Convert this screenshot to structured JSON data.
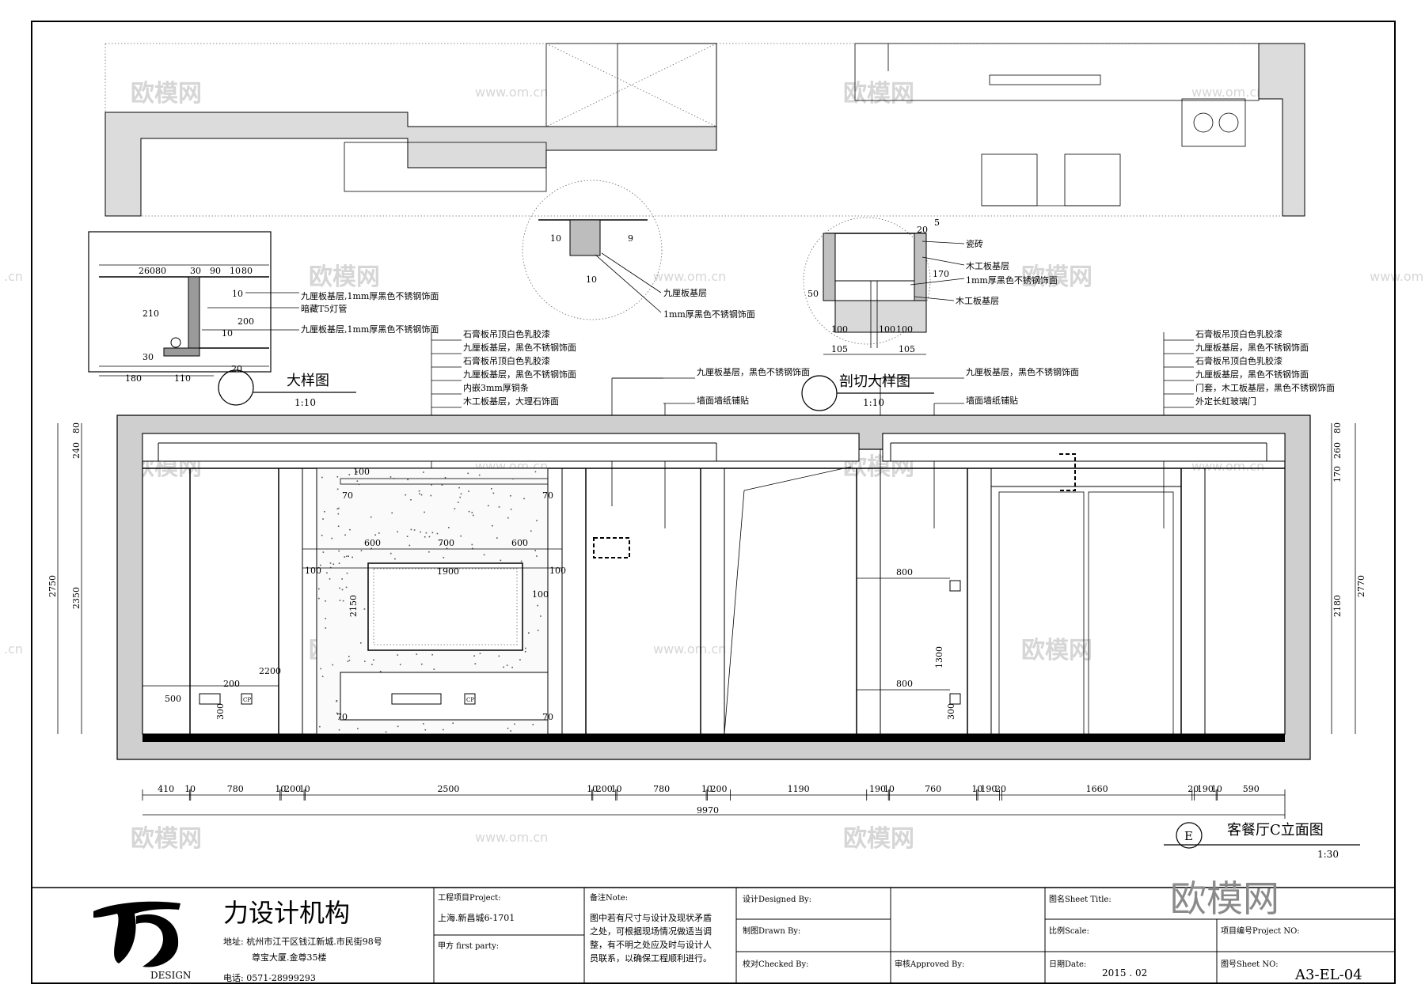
{
  "watermark": {
    "brand": "欧模网",
    "site": "www.om.cn",
    "site_short": ".cn"
  },
  "detail_drawing": {
    "title": "大样图",
    "scale": "1:10",
    "dims": [
      "260",
      "80",
      "30",
      "90",
      "10",
      "80",
      "10",
      "10",
      "210",
      "200",
      "10",
      "30",
      "20",
      "180",
      "110"
    ],
    "notes": [
      "九厘板基层,1mm厚黑色不锈钢饰面",
      "暗藏T5灯管",
      "九厘板基层,1mm厚黑色不锈钢饰面"
    ]
  },
  "center_detail": {
    "dims": [
      "10",
      "9",
      "10"
    ],
    "notes": [
      "九厘板基层",
      "1mm厚黑色不锈钢饰面"
    ]
  },
  "section_detail": {
    "title": "剖切大样图",
    "scale": "1:10",
    "dims": [
      "20",
      "5",
      "170",
      "50",
      "100",
      "100",
      "100",
      "105",
      "105"
    ],
    "notes": [
      "瓷砖",
      "木工板基层",
      "1mm厚黑色不锈钢饰面",
      "木工板基层"
    ]
  },
  "left_notes": [
    "石膏板吊顶白色乳胶漆",
    "九厘板基层，黑色不锈钢饰面",
    "石膏板吊顶白色乳胶漆",
    "九厘板基层，黑色不锈钢饰面",
    "内嵌3mm厚铜条",
    "木工板基层，大理石饰面"
  ],
  "mid_notes_a": [
    "九厘板基层，黑色不锈钢饰面",
    "墙面墙纸铺贴"
  ],
  "mid_notes_b": [
    "九厘板基层，黑色不锈钢饰面",
    "墙面墙纸铺贴"
  ],
  "right_notes": [
    "石膏板吊顶白色乳胶漆",
    "九厘板基层，黑色不锈钢饰面",
    "石膏板吊顶白色乳胶漆",
    "九厘板基层，黑色不锈钢饰面",
    "门套，木工板基层，黑色不锈钢饰面",
    "外定长虹玻璃门"
  ],
  "elevation": {
    "left_dims": [
      "80",
      "240",
      "2750",
      "2350"
    ],
    "right_dims": [
      "80",
      "260",
      "170",
      "2770",
      "2180"
    ],
    "inner_dims": [
      "100",
      "70",
      "70",
      "600",
      "700",
      "600",
      "100",
      "100",
      "1900",
      "100",
      "2150",
      "2200",
      "200",
      "500",
      "300",
      "70",
      "70",
      "800",
      "1300",
      "800",
      "300"
    ],
    "socket_labels": [
      "CP",
      "CP"
    ],
    "bottom_dims": [
      "410",
      "10",
      "780",
      "10",
      "200",
      "10",
      "2500",
      "10",
      "200",
      "10",
      "780",
      "10",
      "200",
      "1190",
      "190",
      "10",
      "760",
      "10",
      "190",
      "20",
      "1660",
      "20",
      "190",
      "10",
      "590"
    ],
    "total": "9970"
  },
  "drawing_title": {
    "marker": "E",
    "name": "客餐厅C立面图",
    "scale": "1:30"
  },
  "title_block": {
    "company": "力设计机构",
    "logo_text": "DESIGN",
    "address_line1": "地址: 杭州市江干区钱江新城.市民街98号",
    "address_line2": "尊宝大厦.金尊35楼",
    "phone": "电话: 0571-28999293",
    "project_label": "工程项目Project:",
    "project_value": "上海.新昌城6-1701",
    "client_label": "甲方 first party:",
    "note_label": "备注Note:",
    "note_text": [
      "图中若有尺寸与设计及现状矛盾",
      "之处，可根据现场情况做适当调",
      "整，有不明之处应及时与设计人",
      "员联系，以确保工程顺利进行。"
    ],
    "designed_label": "设计Designed By:",
    "drawn_label": "制图Drawn By:",
    "checked_label": "校对Checked By:",
    "approved_label": "审核Approved By:",
    "sheet_title_label": "图名Sheet Title:",
    "scale_label": "比例Scale:",
    "project_no_label": "项目编号Project NO:",
    "date_label": "日期Date:",
    "date_value": "2015 . 02",
    "sheet_no_label": "图号Sheet NO:",
    "sheet_no_value": "A3-EL-04"
  }
}
